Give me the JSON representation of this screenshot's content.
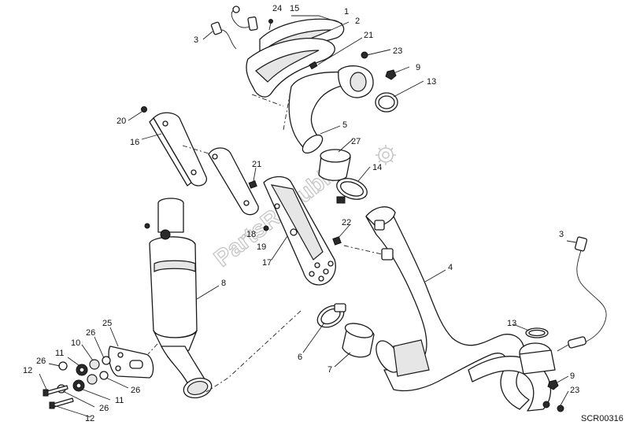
{
  "diagram": {
    "drawing_code": "SCR00316",
    "watermark": "PartsRepublik",
    "callouts": [
      {
        "id": "c1",
        "text": "1"
      },
      {
        "id": "c2",
        "text": "2"
      },
      {
        "id": "c3a",
        "text": "3"
      },
      {
        "id": "c24",
        "text": "24"
      },
      {
        "id": "c15",
        "text": "15"
      },
      {
        "id": "c21a",
        "text": "21"
      },
      {
        "id": "c23a",
        "text": "23"
      },
      {
        "id": "c9a",
        "text": "9"
      },
      {
        "id": "c13a",
        "text": "13"
      },
      {
        "id": "c20",
        "text": "20"
      },
      {
        "id": "c16",
        "text": "16"
      },
      {
        "id": "c5",
        "text": "5"
      },
      {
        "id": "c27",
        "text": "27"
      },
      {
        "id": "c14",
        "text": "14"
      },
      {
        "id": "c21b",
        "text": "21"
      },
      {
        "id": "c22",
        "text": "22"
      },
      {
        "id": "c18",
        "text": "18"
      },
      {
        "id": "c19",
        "text": "19"
      },
      {
        "id": "c17",
        "text": "17"
      },
      {
        "id": "c4",
        "text": "4"
      },
      {
        "id": "c3b",
        "text": "3"
      },
      {
        "id": "c8",
        "text": "8"
      },
      {
        "id": "c25",
        "text": "25"
      },
      {
        "id": "c26a",
        "text": "26"
      },
      {
        "id": "c10",
        "text": "10"
      },
      {
        "id": "c11a",
        "text": "11"
      },
      {
        "id": "c26b",
        "text": "26"
      },
      {
        "id": "c12a",
        "text": "12"
      },
      {
        "id": "c26c",
        "text": "26"
      },
      {
        "id": "c11b",
        "text": "11"
      },
      {
        "id": "c26d",
        "text": "26"
      },
      {
        "id": "c12b",
        "text": "12"
      },
      {
        "id": "c6",
        "text": "6"
      },
      {
        "id": "c7",
        "text": "7"
      },
      {
        "id": "c13b",
        "text": "13"
      },
      {
        "id": "c9b",
        "text": "9"
      },
      {
        "id": "c23b",
        "text": "23"
      }
    ]
  }
}
